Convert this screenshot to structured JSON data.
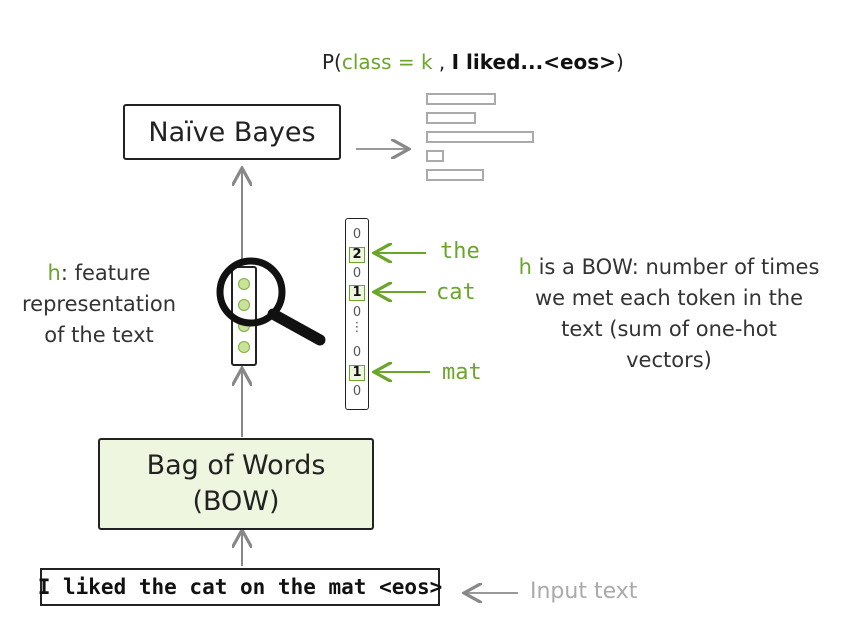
{
  "formula": {
    "p_open": "P(",
    "class_k": "class = k",
    "sep": " , ",
    "text": "I liked...<eos>",
    "p_close": ")"
  },
  "naive_bayes": {
    "label": "Naïve Bayes"
  },
  "bow": {
    "line1": "Bag of Words",
    "line2": "(BOW)"
  },
  "input": {
    "text": "I liked the cat on the mat <eos>",
    "label": "Input text"
  },
  "h_left": {
    "h": "h",
    "rest": ": feature representation of the text"
  },
  "h_right": {
    "h": "h",
    "rest": " is a BOW: number of times we met each token in the text (sum of one-hot vectors)"
  },
  "vector": {
    "cells": [
      "0",
      "2",
      "0",
      "1",
      "0",
      "⋮",
      "0",
      "1",
      "0"
    ]
  },
  "words": {
    "the": "the",
    "cat": "cat",
    "mat": "mat"
  },
  "colors": {
    "accent": "#6aa62a",
    "bow_fill": "#eef6df",
    "gray": "#aaaaaa"
  }
}
